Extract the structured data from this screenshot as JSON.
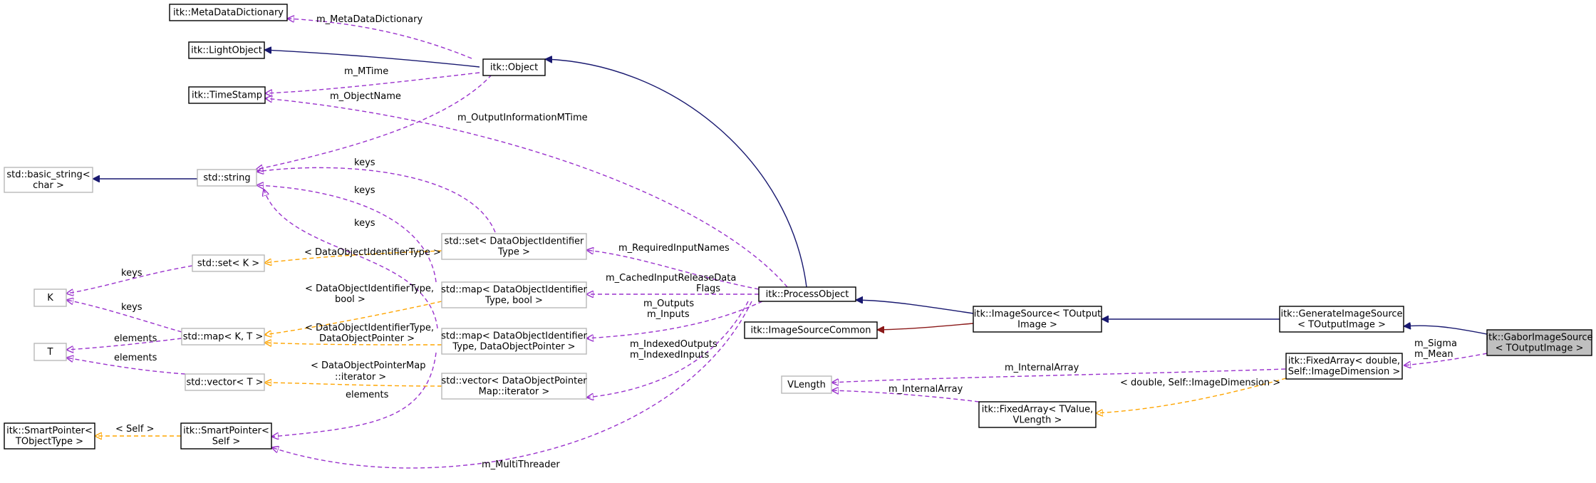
{
  "diagram": {
    "colors": {
      "inheritance": "#191970",
      "usage": "#9a32cd",
      "template": "#ffa500",
      "private_inheritance": "#8b1a1a",
      "documented_border": "#000000",
      "external_border": "#b8b8b8",
      "focus_fill": "#bfbfbf"
    },
    "nodes": [
      {
        "id": "metadatadictionary",
        "lines": [
          "itk::MetaDataDictionary"
        ],
        "kind": "documented"
      },
      {
        "id": "lightobject",
        "lines": [
          "itk::LightObject"
        ],
        "kind": "documented"
      },
      {
        "id": "timestamp",
        "lines": [
          "itk::TimeStamp"
        ],
        "kind": "documented"
      },
      {
        "id": "object",
        "lines": [
          "itk::Object"
        ],
        "kind": "documented"
      },
      {
        "id": "basic-string",
        "lines": [
          "std::basic_string<",
          "char >"
        ],
        "kind": "external"
      },
      {
        "id": "string",
        "lines": [
          "std::string"
        ],
        "kind": "external"
      },
      {
        "id": "k",
        "lines": [
          "K"
        ],
        "kind": "external"
      },
      {
        "id": "t",
        "lines": [
          "T"
        ],
        "kind": "external"
      },
      {
        "id": "smartpointer-tobjecttype",
        "lines": [
          "itk::SmartPointer<",
          "TObjectType >"
        ],
        "kind": "documented"
      },
      {
        "id": "set-k",
        "lines": [
          "std::set< K >"
        ],
        "kind": "external"
      },
      {
        "id": "map-k-t",
        "lines": [
          "std::map< K, T >"
        ],
        "kind": "external"
      },
      {
        "id": "vector-t",
        "lines": [
          "std::vector< T >"
        ],
        "kind": "external"
      },
      {
        "id": "smartpointer-self",
        "lines": [
          "itk::SmartPointer<",
          "Self >"
        ],
        "kind": "documented"
      },
      {
        "id": "set-doi",
        "lines": [
          "std::set< DataObjectIdentifier",
          "Type >"
        ],
        "kind": "external"
      },
      {
        "id": "map-doi-bool",
        "lines": [
          "std::map< DataObjectIdentifier",
          "Type, bool >"
        ],
        "kind": "external"
      },
      {
        "id": "map-doi-pointer",
        "lines": [
          "std::map< DataObjectIdentifier",
          "Type, DataObjectPointer >"
        ],
        "kind": "external"
      },
      {
        "id": "vector-dop",
        "lines": [
          "std::vector< DataObjectPointer",
          "Map::iterator >"
        ],
        "kind": "external"
      },
      {
        "id": "processobject",
        "lines": [
          "itk::ProcessObject"
        ],
        "kind": "documented"
      },
      {
        "id": "imagesourcecommon",
        "lines": [
          "itk::ImageSourceCommon"
        ],
        "kind": "documented"
      },
      {
        "id": "imagesource",
        "lines": [
          "itk::ImageSource< TOutput",
          "Image >"
        ],
        "kind": "documented"
      },
      {
        "id": "generateimagesource",
        "lines": [
          "itk::GenerateImageSource",
          "< TOutputImage >"
        ],
        "kind": "documented"
      },
      {
        "id": "gaborimagesource",
        "lines": [
          "itk::GaborImageSource",
          "< TOutputImage >"
        ],
        "kind": "focus"
      },
      {
        "id": "fixedarray-double",
        "lines": [
          "itk::FixedArray< double,",
          "Self::ImageDimension >"
        ],
        "kind": "documented"
      },
      {
        "id": "vlength",
        "lines": [
          "VLength"
        ],
        "kind": "external"
      },
      {
        "id": "fixedarray-tvalue",
        "lines": [
          "itk::FixedArray< TValue,",
          "VLength >"
        ],
        "kind": "documented"
      }
    ],
    "edges": [
      {
        "id": "metadict-to-object",
        "style": "usage",
        "lines": [
          "m_MetaDataDictionary"
        ]
      },
      {
        "id": "lightobject-to-object",
        "style": "inheritance",
        "lines": []
      },
      {
        "id": "timestamp-to-object-mtime",
        "style": "usage",
        "lines": [
          "m_MTime"
        ]
      },
      {
        "id": "string-to-object-name",
        "style": "usage",
        "lines": [
          "m_ObjectName"
        ]
      },
      {
        "id": "timestamp-to-processobject",
        "style": "usage",
        "lines": [
          "m_OutputInformationMTime"
        ]
      },
      {
        "id": "object-to-processobject",
        "style": "inheritance",
        "lines": []
      },
      {
        "id": "basicstring-to-string",
        "style": "inheritance",
        "lines": []
      },
      {
        "id": "string-to-set-doi",
        "style": "usage",
        "lines": [
          "keys"
        ]
      },
      {
        "id": "string-to-map-doi-bool",
        "style": "usage",
        "lines": [
          "keys"
        ]
      },
      {
        "id": "string-to-map-doi-pointer",
        "style": "usage",
        "lines": [
          "keys"
        ]
      },
      {
        "id": "setk-to-set-doi",
        "style": "template",
        "lines": [
          "< DataObjectIdentifierType >"
        ]
      },
      {
        "id": "k-to-setk",
        "style": "usage",
        "lines": [
          "keys"
        ]
      },
      {
        "id": "k-to-mapkt",
        "style": "usage",
        "lines": [
          "keys"
        ]
      },
      {
        "id": "mapkt-to-map-doi-bool",
        "style": "template",
        "lines": [
          "< DataObjectIdentifierType,",
          "bool >"
        ]
      },
      {
        "id": "mapkt-to-map-doi-pointer",
        "style": "template",
        "lines": [
          "< DataObjectIdentifierType,",
          "DataObjectPointer >"
        ]
      },
      {
        "id": "t-to-mapkt",
        "style": "usage",
        "lines": [
          "elements"
        ]
      },
      {
        "id": "t-to-vectort",
        "style": "usage",
        "lines": [
          "elements"
        ]
      },
      {
        "id": "vectort-to-vector-dop",
        "style": "template",
        "lines": [
          "< DataObjectPointerMap",
          "::iterator >"
        ]
      },
      {
        "id": "smartpointer-template",
        "style": "template",
        "lines": [
          "< Self >"
        ]
      },
      {
        "id": "smartpointer-self-to-map-doi-pointer",
        "style": "usage",
        "lines": [
          "elements"
        ]
      },
      {
        "id": "set-doi-to-processobject",
        "style": "usage",
        "lines": [
          "m_RequiredInputNames"
        ]
      },
      {
        "id": "map-doi-bool-to-processobject",
        "style": "usage",
        "lines": [
          "m_CachedInputReleaseData",
          "Flags"
        ]
      },
      {
        "id": "map-doi-pointer-to-processobject",
        "style": "usage",
        "lines": [
          "m_Outputs",
          "m_Inputs"
        ]
      },
      {
        "id": "vector-dop-to-processobject",
        "style": "usage",
        "lines": [
          "m_IndexedOutputs",
          "m_IndexedInputs"
        ]
      },
      {
        "id": "smartpointer-self-to-processobject",
        "style": "usage",
        "lines": [
          "m_MultiThreader"
        ]
      },
      {
        "id": "processobject-to-imagesource",
        "style": "inheritance",
        "lines": []
      },
      {
        "id": "imagesourcecommon-to-imagesource",
        "style": "private_inheritance",
        "lines": []
      },
      {
        "id": "imagesource-to-generateimagesource",
        "style": "inheritance",
        "lines": []
      },
      {
        "id": "generateimagesource-to-gabor",
        "style": "inheritance",
        "lines": []
      },
      {
        "id": "fixedarray-double-to-gabor",
        "style": "usage",
        "lines": [
          "m_Sigma",
          "m_Mean"
        ]
      },
      {
        "id": "vlength-to-fixedarray-double",
        "style": "usage",
        "lines": [
          "m_InternalArray"
        ]
      },
      {
        "id": "vlength-to-fixedarray-tvalue",
        "style": "usage",
        "lines": [
          "m_InternalArray"
        ]
      },
      {
        "id": "fixedarray-tvalue-to-fixedarray-double",
        "style": "template",
        "lines": [
          "< double, Self::ImageDimension >"
        ]
      }
    ]
  }
}
